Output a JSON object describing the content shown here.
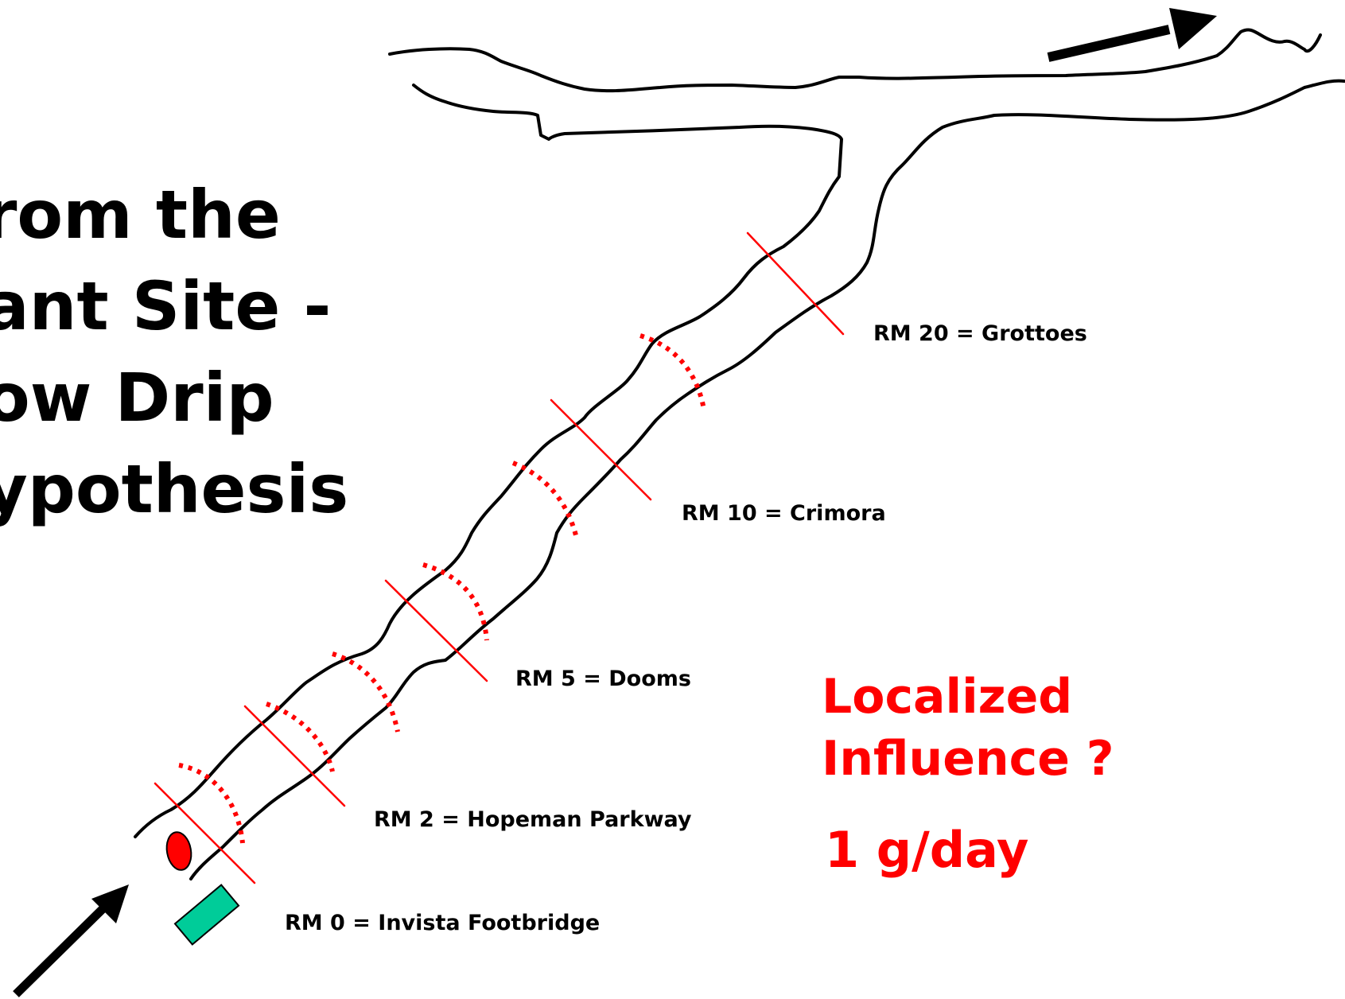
{
  "title_lines": [
    "rom the",
    "ant Site -",
    "ow Drip",
    "ypothesis"
  ],
  "river_miles": [
    {
      "label": "RM 0 = Invista Footbridge"
    },
    {
      "label": "RM 2 = Hopeman Parkway"
    },
    {
      "label": "RM 5 = Dooms"
    },
    {
      "label": "RM 10 = Crimora"
    },
    {
      "label": "RM 20 = Grottoes"
    }
  ],
  "annotations": {
    "line1": "Localized",
    "line2": "Influence ?",
    "rate": "1 g/day"
  },
  "colors": {
    "river_outline": "#000000",
    "marker_line": "#ff0000",
    "site_marker_red": "#ff0000",
    "site_marker_green": "#00cc99",
    "annotation_text": "#ff0000"
  },
  "icons": [
    "upstream-flow-arrow",
    "downstream-flow-arrow",
    "red-oval-marker",
    "green-rectangle-marker"
  ]
}
